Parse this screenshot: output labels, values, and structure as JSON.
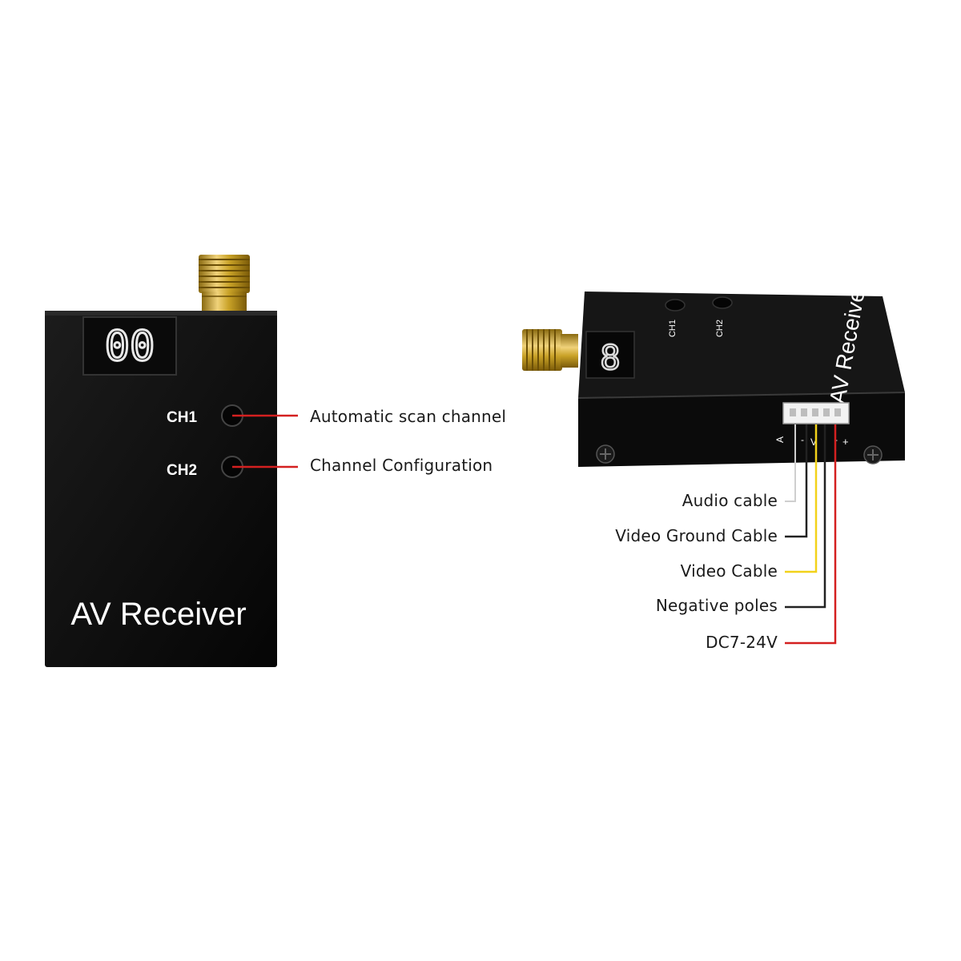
{
  "front_device": {
    "title": "AV Receiver",
    "display_value": "00",
    "buttons": [
      {
        "label": "CH1",
        "function": "Automatic scan channel"
      },
      {
        "label": "CH2",
        "function": "Channel Configuration"
      }
    ]
  },
  "side_device": {
    "title": "AV Receiver",
    "display_value": "8",
    "buttons": [
      "CH1",
      "CH2"
    ],
    "pin_marks": [
      "A",
      "-",
      "V",
      "-",
      "+"
    ],
    "wires": [
      {
        "label": "Audio cable",
        "color": "#cfcfcf"
      },
      {
        "label": "Video Ground Cable",
        "color": "#222222"
      },
      {
        "label": "Video Cable",
        "color": "#f2d21a"
      },
      {
        "label": "Negative poles",
        "color": "#222222"
      },
      {
        "label": "DC7-24V",
        "color": "#d42020"
      }
    ]
  },
  "colors": {
    "callout_line": "#d42020",
    "device_body": "#111111",
    "antenna_gold": "#c9a227"
  }
}
